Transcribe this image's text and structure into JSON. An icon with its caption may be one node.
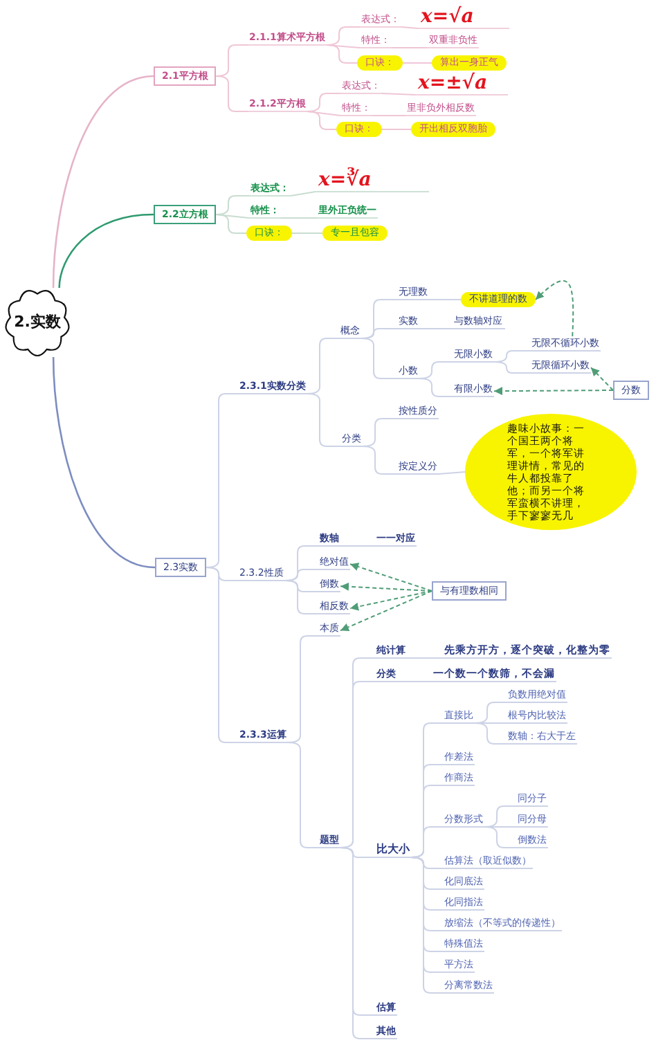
{
  "diagram": {
    "nodes": [
      {
        "text": [
          "2.实数"
        ]
      },
      {
        "text": [
          "2.1平方根"
        ]
      },
      {
        "text": [
          "2.1.1算术平方根"
        ]
      },
      {
        "text": [
          "表达式："
        ]
      },
      {
        "text": [
          "x=√a"
        ]
      },
      {
        "text": [
          "特性："
        ]
      },
      {
        "text": [
          "双重非负性"
        ]
      },
      {
        "text": [
          "口诀："
        ]
      },
      {
        "text": [
          "算出一身正气"
        ]
      },
      {
        "text": [
          "2.1.2平方根"
        ]
      },
      {
        "text": [
          "表达式："
        ]
      },
      {
        "text": [
          "x=±√a"
        ]
      },
      {
        "text": [
          "特性："
        ]
      },
      {
        "text": [
          "里非负外相反数"
        ]
      },
      {
        "text": [
          "口诀："
        ]
      },
      {
        "text": [
          "开出相反双胞胎"
        ]
      },
      {
        "text": [
          "2.2立方根"
        ]
      },
      {
        "text": [
          "表达式："
        ]
      },
      {
        "text": [
          "x=∛a"
        ]
      },
      {
        "text": [
          "特性："
        ]
      },
      {
        "text": [
          "里外正负统一"
        ]
      },
      {
        "text": [
          "口诀："
        ]
      },
      {
        "text": [
          "专一且包容"
        ]
      },
      {
        "text": [
          "2.3实数"
        ]
      },
      {
        "text": [
          "2.3.1实数分类"
        ]
      },
      {
        "text": [
          "概念"
        ]
      },
      {
        "text": [
          "无理数"
        ]
      },
      {
        "text": [
          "不讲道理的数"
        ]
      },
      {
        "text": [
          "实数"
        ]
      },
      {
        "text": [
          "与数轴对应"
        ]
      },
      {
        "text": [
          "小数"
        ]
      },
      {
        "text": [
          "无限小数"
        ]
      },
      {
        "text": [
          "无限不循环小数"
        ]
      },
      {
        "text": [
          "无限循环小数"
        ]
      },
      {
        "text": [
          "有限小数"
        ]
      },
      {
        "text": [
          "分数"
        ]
      },
      {
        "text": [
          "分类"
        ]
      },
      {
        "text": [
          "按性质分"
        ]
      },
      {
        "text": [
          "按定义分"
        ]
      },
      {
        "text": [
          "趣味小故事：一个国王两个将军，一个将军讲理讲情，常见的牛人都投靠了他；而另一个将军蛮横不讲理，手下寥寥无几"
        ]
      },
      {
        "text": [
          "2.3.2性质"
        ]
      },
      {
        "text": [
          "数轴"
        ]
      },
      {
        "text": [
          "一一对应"
        ]
      },
      {
        "text": [
          "绝对值"
        ]
      },
      {
        "text": [
          "倒数"
        ]
      },
      {
        "text": [
          "相反数"
        ]
      },
      {
        "text": [
          "与有理数相同"
        ]
      },
      {
        "text": [
          "2.3.3运算"
        ]
      },
      {
        "text": [
          "本质"
        ]
      },
      {
        "text": [
          "题型"
        ]
      },
      {
        "text": [
          "纯计算"
        ]
      },
      {
        "text": [
          "先乘方开方，逐个突破，化整为零"
        ]
      },
      {
        "text": [
          "分类"
        ]
      },
      {
        "text": [
          "一个数一个数筛，不会漏"
        ]
      },
      {
        "text": [
          "比大小"
        ]
      },
      {
        "text": [
          "直接比"
        ]
      },
      {
        "text": [
          "负数用绝对值"
        ]
      },
      {
        "text": [
          "根号内比较法"
        ]
      },
      {
        "text": [
          "数轴：右大于左"
        ]
      },
      {
        "text": [
          "作差法"
        ]
      },
      {
        "text": [
          "作商法"
        ]
      },
      {
        "text": [
          "分数形式"
        ]
      },
      {
        "text": [
          "同分子"
        ]
      },
      {
        "text": [
          "同分母"
        ]
      },
      {
        "text": [
          "倒数法"
        ]
      },
      {
        "text": [
          "估算法（取近似数）"
        ]
      },
      {
        "text": [
          "化同底法"
        ]
      },
      {
        "text": [
          "化同指法"
        ]
      },
      {
        "text": [
          "放缩法（不等式的传递性）"
        ]
      },
      {
        "text": [
          "特殊值法"
        ]
      },
      {
        "text": [
          "平方法"
        ]
      },
      {
        "text": [
          "分离常数法"
        ]
      },
      {
        "text": [
          "估算"
        ]
      },
      {
        "text": [
          "其他"
        ]
      }
    ],
    "edges": [
      {
        "from": 0,
        "to": 1,
        "arrow": "none",
        "color": "#e6b3c8"
      },
      {
        "from": 1,
        "to": 2,
        "arrow": "none",
        "color": "#efc6d6"
      },
      {
        "from": 2,
        "to": 3,
        "arrow": "none",
        "color": "#efc6d6"
      },
      {
        "from": 3,
        "to": 4,
        "arrow": "none",
        "color": "#efc6d6"
      },
      {
        "from": 2,
        "to": 5,
        "arrow": "none",
        "color": "#efc6d6"
      },
      {
        "from": 5,
        "to": 6,
        "arrow": "none",
        "color": "#efc6d6"
      },
      {
        "from": 2,
        "to": 7,
        "arrow": "none",
        "color": "#efc6d6"
      },
      {
        "from": 7,
        "to": 8,
        "arrow": "none",
        "color": "#efc6d6"
      },
      {
        "from": 1,
        "to": 9,
        "arrow": "none",
        "color": "#efc6d6"
      },
      {
        "from": 9,
        "to": 10,
        "arrow": "none",
        "color": "#efc6d6"
      },
      {
        "from": 10,
        "to": 11,
        "arrow": "none",
        "color": "#efc6d6"
      },
      {
        "from": 9,
        "to": 12,
        "arrow": "none",
        "color": "#efc6d6"
      },
      {
        "from": 12,
        "to": 13,
        "arrow": "none",
        "color": "#efc6d6"
      },
      {
        "from": 9,
        "to": 14,
        "arrow": "none",
        "color": "#efc6d6"
      },
      {
        "from": 14,
        "to": 15,
        "arrow": "none",
        "color": "#efc6d6"
      },
      {
        "from": 0,
        "to": 16,
        "arrow": "none",
        "color": "#2f9a70"
      },
      {
        "from": 16,
        "to": 17,
        "arrow": "none",
        "color": "#c9ddd1"
      },
      {
        "from": 17,
        "to": 18,
        "arrow": "none",
        "color": "#c9ddd1"
      },
      {
        "from": 16,
        "to": 19,
        "arrow": "none",
        "color": "#c9ddd1"
      },
      {
        "from": 19,
        "to": 20,
        "arrow": "none",
        "color": "#c9ddd1"
      },
      {
        "from": 16,
        "to": 21,
        "arrow": "none",
        "color": "#c9ddd1"
      },
      {
        "from": 21,
        "to": 22,
        "arrow": "none",
        "color": "#c9ddd1"
      },
      {
        "from": 0,
        "to": 23,
        "arrow": "none",
        "color": "#7d8dc0"
      },
      {
        "from": 23,
        "to": 24,
        "arrow": "none"
      },
      {
        "from": 24,
        "to": 25,
        "arrow": "none"
      },
      {
        "from": 25,
        "to": 26,
        "arrow": "none"
      },
      {
        "from": 26,
        "to": 27,
        "arrow": "none"
      },
      {
        "from": 25,
        "to": 28,
        "arrow": "none"
      },
      {
        "from": 28,
        "to": 29,
        "arrow": "none"
      },
      {
        "from": 25,
        "to": 30,
        "arrow": "none"
      },
      {
        "from": 30,
        "to": 31,
        "arrow": "none"
      },
      {
        "from": 31,
        "to": 32,
        "arrow": "none"
      },
      {
        "from": 31,
        "to": 33,
        "arrow": "none"
      },
      {
        "from": 30,
        "to": 34,
        "arrow": "none"
      },
      {
        "from": 24,
        "to": 36,
        "arrow": "none"
      },
      {
        "from": 36,
        "to": 37,
        "arrow": "none"
      },
      {
        "from": 36,
        "to": 38,
        "arrow": "none"
      },
      {
        "from": 38,
        "to": 39,
        "arrow": "none"
      },
      {
        "from": 32,
        "to": 27,
        "arrow": "to",
        "style": "dashed",
        "color": "#4f9d77"
      },
      {
        "from": 35,
        "to": 34,
        "arrow": "to",
        "style": "dashed",
        "color": "#4f9d77"
      },
      {
        "from": 35,
        "to": 33,
        "arrow": "to",
        "style": "dashed",
        "color": "#4f9d77"
      },
      {
        "from": 23,
        "to": 40,
        "arrow": "none"
      },
      {
        "from": 40,
        "to": 41,
        "arrow": "none"
      },
      {
        "from": 41,
        "to": 42,
        "arrow": "none"
      },
      {
        "from": 40,
        "to": 43,
        "arrow": "none"
      },
      {
        "from": 40,
        "to": 44,
        "arrow": "none"
      },
      {
        "from": 40,
        "to": 45,
        "arrow": "none"
      },
      {
        "from": 46,
        "to": 43,
        "arrow": "to",
        "style": "dashed",
        "color": "#4f9d77"
      },
      {
        "from": 46,
        "to": 44,
        "arrow": "to",
        "style": "dashed",
        "color": "#4f9d77"
      },
      {
        "from": 46,
        "to": 45,
        "arrow": "to",
        "style": "dashed",
        "color": "#4f9d77"
      },
      {
        "from": 46,
        "to": 48,
        "arrow": "to",
        "style": "dashed",
        "color": "#4f9d77"
      },
      {
        "from": 23,
        "to": 47,
        "arrow": "none"
      },
      {
        "from": 47,
        "to": 48,
        "arrow": "none"
      },
      {
        "from": 47,
        "to": 49,
        "arrow": "none"
      },
      {
        "from": 49,
        "to": 50,
        "arrow": "none"
      },
      {
        "from": 50,
        "to": 51,
        "arrow": "none"
      },
      {
        "from": 49,
        "to": 52,
        "arrow": "none"
      },
      {
        "from": 52,
        "to": 53,
        "arrow": "none"
      },
      {
        "from": 49,
        "to": 54,
        "arrow": "none"
      },
      {
        "from": 54,
        "to": 55,
        "arrow": "none"
      },
      {
        "from": 55,
        "to": 56,
        "arrow": "none"
      },
      {
        "from": 55,
        "to": 57,
        "arrow": "none"
      },
      {
        "from": 55,
        "to": 58,
        "arrow": "none"
      },
      {
        "from": 54,
        "to": 59,
        "arrow": "none"
      },
      {
        "from": 54,
        "to": 60,
        "arrow": "none"
      },
      {
        "from": 54,
        "to": 61,
        "arrow": "none"
      },
      {
        "from": 61,
        "to": 62,
        "arrow": "none"
      },
      {
        "from": 61,
        "to": 63,
        "arrow": "none"
      },
      {
        "from": 61,
        "to": 64,
        "arrow": "none"
      },
      {
        "from": 54,
        "to": 65,
        "arrow": "none"
      },
      {
        "from": 54,
        "to": 66,
        "arrow": "none"
      },
      {
        "from": 54,
        "to": 67,
        "arrow": "none"
      },
      {
        "from": 54,
        "to": 68,
        "arrow": "none"
      },
      {
        "from": 54,
        "to": 69,
        "arrow": "none"
      },
      {
        "from": 54,
        "to": 70,
        "arrow": "none"
      },
      {
        "from": 54,
        "to": 71,
        "arrow": "none"
      },
      {
        "from": 49,
        "to": 72,
        "arrow": "none"
      },
      {
        "from": 49,
        "to": 73,
        "arrow": "none"
      }
    ]
  }
}
